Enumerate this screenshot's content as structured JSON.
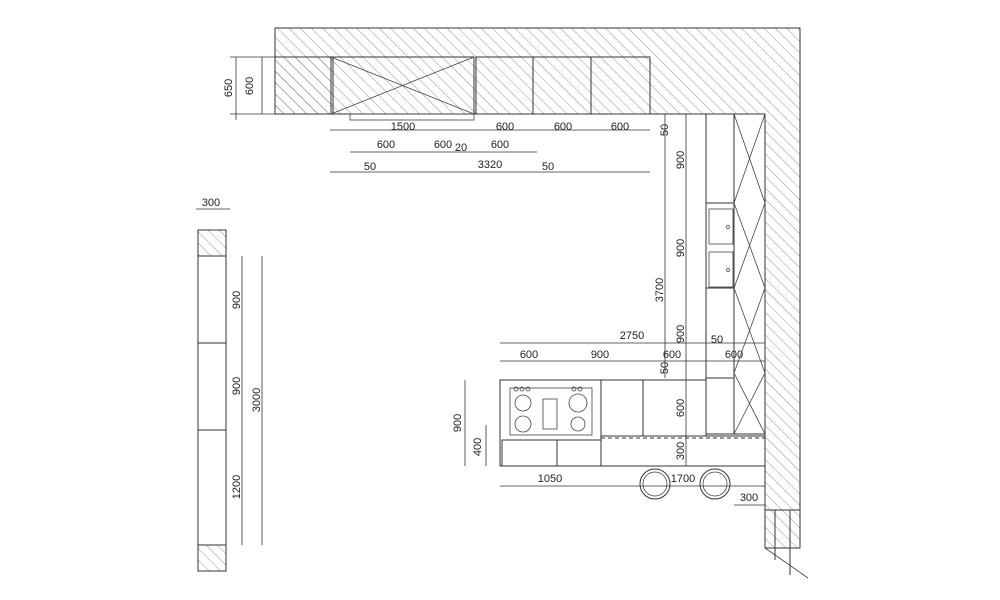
{
  "dims": {
    "wall_top_650": "650",
    "wall_top_600": "600",
    "top_1500": "1500",
    "top_600_a": "600",
    "top_600_b": "600",
    "top_600_c": "600",
    "top_50_right": "50",
    "row2_600_a": "600",
    "row2_600_b": "600",
    "row2_20": "20",
    "row2_600_c": "600",
    "total_3320": "3320",
    "left_50": "50",
    "right_50": "50",
    "side_300": "300",
    "side_900_a": "900",
    "side_900_b": "900",
    "side_1200": "1200",
    "side_3000": "3000",
    "r_900_a": "900",
    "r_900_b": "900",
    "r_900_c": "900",
    "r_3700": "3700",
    "r_50": "50",
    "r_600": "600",
    "r_300": "300",
    "isl_2750": "2750",
    "isl_50": "50",
    "isl_600_a": "600",
    "isl_900": "900",
    "isl_600_b": "600",
    "isl_600_c": "600",
    "isl_h_900": "900",
    "isl_h_400": "400",
    "isl_1050": "1050",
    "isl_1700": "1700",
    "bottom_300": "300"
  }
}
